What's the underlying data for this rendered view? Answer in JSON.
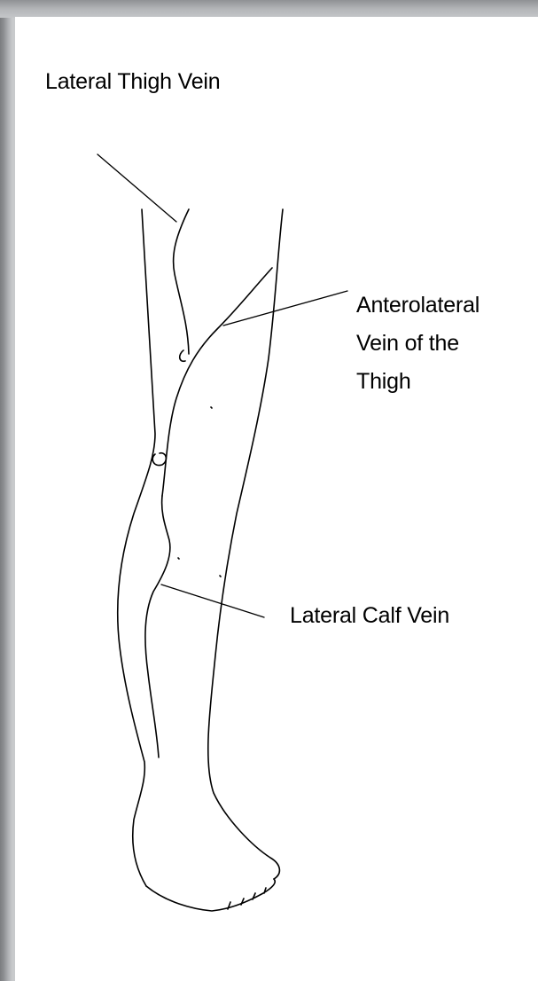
{
  "labels": {
    "lateral_thigh_vein": "Lateral Thigh Vein",
    "anterolateral_vein_line1": "Anterolateral",
    "anterolateral_vein_line2": "Vein of the",
    "anterolateral_vein_line3": "Thigh",
    "lateral_calf_vein": "Lateral Calf Vein"
  },
  "colors": {
    "frame": "#c8cacc",
    "background": "#ffffff",
    "ink": "#000000"
  }
}
